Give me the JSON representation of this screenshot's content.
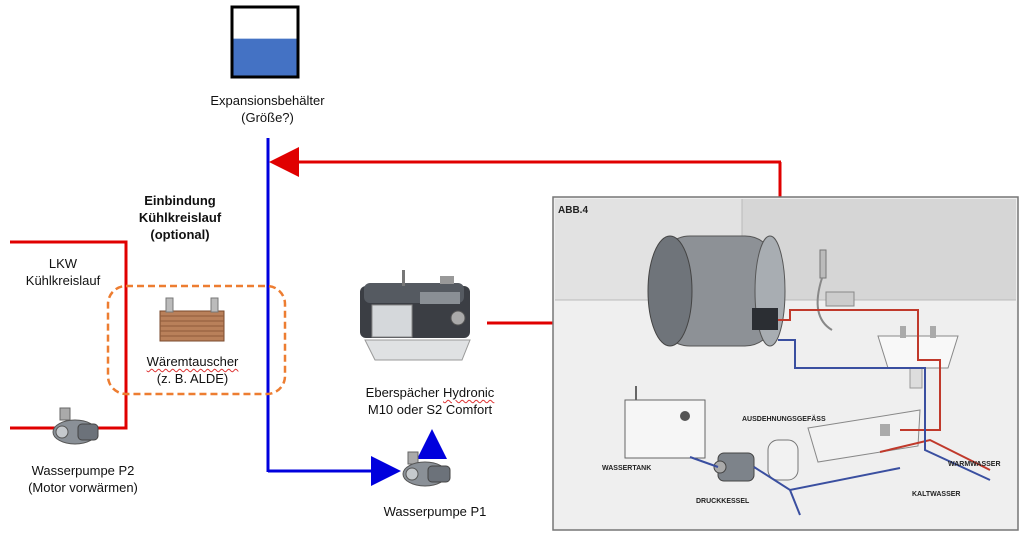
{
  "expansion_tank": {
    "line1": "Expansionsbehälter",
    "line2": "(Größe?)",
    "fill_fraction": 0.55
  },
  "coupling": {
    "line1": "Einbindung",
    "line2": "Kühlkreislauf",
    "line3": "(optional)"
  },
  "truck_circuit": {
    "line1": "LKW",
    "line2": "Kühlkreislauf"
  },
  "heat_exchanger": {
    "word": "Wäremtauscher",
    "line2": "(z. B. ALDE)"
  },
  "pump_p2": {
    "line1": "Wasserpumpe P2",
    "line2": "(Motor vorwärmen)"
  },
  "heater": {
    "brand": "Eberspächer",
    "model": "Hydronic",
    "line2": "M10 oder S2 Comfort"
  },
  "pump_p1": {
    "label": "Wasserpumpe P1"
  },
  "inset": {
    "figure_label": "ABB.4",
    "labels": {
      "wassertank": "WASSERTANK",
      "ausdehnungsgefaess": "AUSDEHNUNGSGEFÄSS",
      "druckkessel": "DRUCKKESSEL",
      "warmwasser": "WARMWASSER",
      "kaltwasser": "KALTWASSER"
    }
  },
  "colors": {
    "hot_line": "#e00000",
    "cold_line": "#0000dd",
    "tank_water": "#4472c4",
    "dashed_box": "#ed7d31",
    "inset_hot": "#c0392b",
    "inset_cold": "#3a4fa0"
  }
}
